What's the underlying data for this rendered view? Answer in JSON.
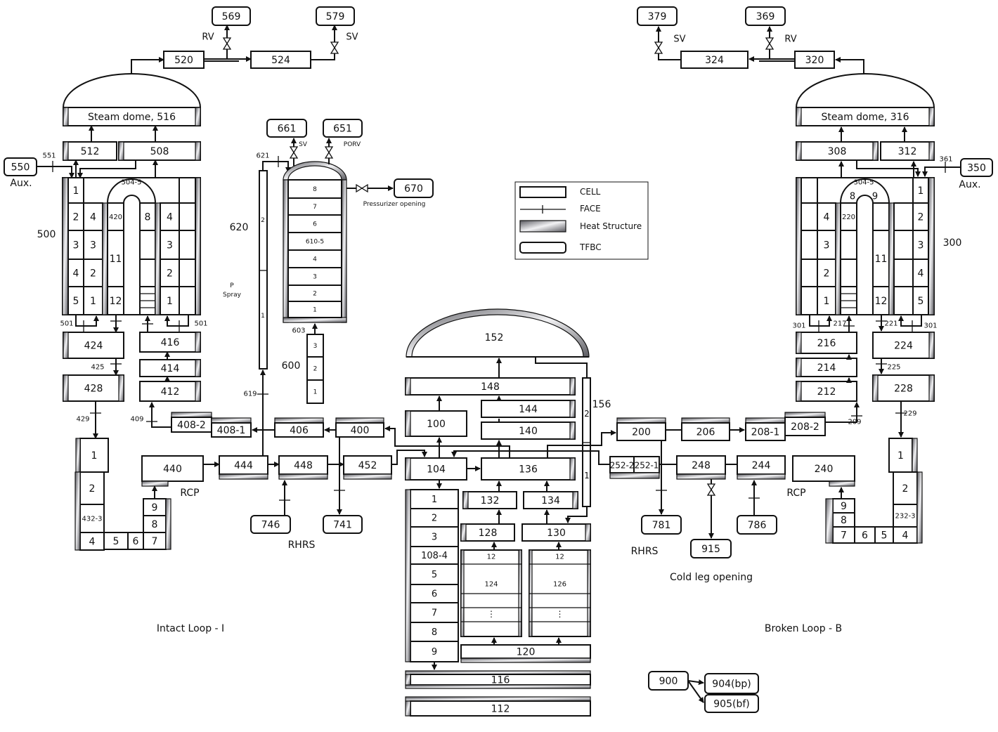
{
  "legend": {
    "cell": "CELL",
    "face": "FACE",
    "heat_structure": "Heat Structure",
    "tfbc": "TFBC"
  },
  "titles": {
    "intact": "Intact Loop - I",
    "broken": "Broken Loop - B"
  },
  "annotations": {
    "rv_i": "RV",
    "sv_i": "SV",
    "sv_b": "SV",
    "rv_b": "RV",
    "aux_i": "Aux.",
    "aux_b": "Aux.",
    "f551": "551",
    "f361": "361",
    "sg_i": "500",
    "sg_b": "300",
    "f501a": "501",
    "f501b": "501",
    "f301a": "301",
    "f301b": "301",
    "f217": "217",
    "f221": "221",
    "f425": "425",
    "f225": "225",
    "f429": "429",
    "f229": "229",
    "f409": "409",
    "f209": "209",
    "rcp_i": "RCP",
    "rcp_b": "RCP",
    "rhrs_i": "RHRS",
    "rhrs_b": "RHRS",
    "cold_leg": "Cold leg opening",
    "prz_open": "Pressurizer opening",
    "sv_p": "SV",
    "porv": "PORV",
    "f621": "621",
    "f619": "619",
    "f603": "603",
    "c620": "620",
    "c600": "600",
    "p_spray_1": "P",
    "p_spray_2": "Spray",
    "c156": "156"
  },
  "cells": {
    "520": "520",
    "524": "524",
    "516": "Steam dome, 516",
    "512": "512",
    "508": "508",
    "320": "320",
    "324": "324",
    "316": "Steam dome, 316",
    "308": "308",
    "312": "312",
    "424": "424",
    "416": "416",
    "414": "414",
    "412": "412",
    "428": "428",
    "224": "224",
    "216": "216",
    "214": "214",
    "212": "212",
    "228": "228",
    "440": "440",
    "444": "444",
    "448": "448",
    "452": "452",
    "408-2": "408-2",
    "408-1": "408-1",
    "406": "406",
    "400": "400",
    "200": "200",
    "206": "206",
    "208-1": "208-1",
    "208-2": "208-2",
    "252-2": "252-2",
    "252-1": "252-1",
    "248": "248",
    "244": "244",
    "240": "240",
    "152": "152",
    "148": "148",
    "144": "144",
    "140": "140",
    "100": "100",
    "104": "104",
    "136": "136",
    "132": "132",
    "134": "134",
    "128": "128",
    "130": "130",
    "120": "120",
    "116": "116",
    "112": "112",
    "p620": [
      "1",
      "2"
    ],
    "p156": [
      "1",
      "2"
    ],
    "prz": [
      "8",
      "7",
      "6",
      "610-5",
      "4",
      "3",
      "2",
      "1"
    ],
    "surge600": [
      "3",
      "2",
      "1"
    ],
    "core108": [
      "1",
      "2",
      "3",
      "108-4",
      "5",
      "6",
      "7",
      "8",
      "9"
    ],
    "core124": [
      "12",
      "124",
      "⋮"
    ],
    "core126": [
      "12",
      "126",
      "⋮"
    ]
  },
  "sg500": {
    "outer_col": [
      "1",
      "2",
      "3",
      "4",
      "5"
    ],
    "inner_col": [
      "4",
      "3",
      "2",
      "1"
    ],
    "up_tube": [
      "420",
      "11",
      "12"
    ],
    "down_tube": [
      "8"
    ],
    "outlet_col": [
      "4",
      "3",
      "2",
      "1"
    ],
    "bend": "504-5"
  },
  "sg300": {
    "outer_col": [
      "1",
      "2",
      "3",
      "4",
      "5"
    ],
    "inner_col": [
      "4",
      "3",
      "2",
      "1"
    ],
    "up_tube": [
      "220"
    ],
    "down_tube": [
      "11",
      "12"
    ],
    "bend": "304-5",
    "bend_left": "8",
    "bend_right": "9"
  },
  "seal_i": [
    "1",
    "2",
    "432-3",
    "4",
    "5",
    "6",
    "7",
    "8",
    "9"
  ],
  "seal_b": [
    "1",
    "2",
    "232-3",
    "4",
    "5",
    "6",
    "7",
    "8",
    "9"
  ],
  "tfbc": {
    "569": "569",
    "579": "579",
    "379": "379",
    "369": "369",
    "550": "550",
    "350": "350",
    "661": "661",
    "651": "651",
    "670": "670",
    "746": "746",
    "741": "741",
    "781": "781",
    "915": "915",
    "786": "786",
    "900": "900",
    "904": "904(bp)",
    "905": "905(bf)"
  },
  "colors": {
    "line": "#111111",
    "heat_structure_dark": "#5a5a60",
    "heat_structure_light": "#f2f2f4"
  }
}
